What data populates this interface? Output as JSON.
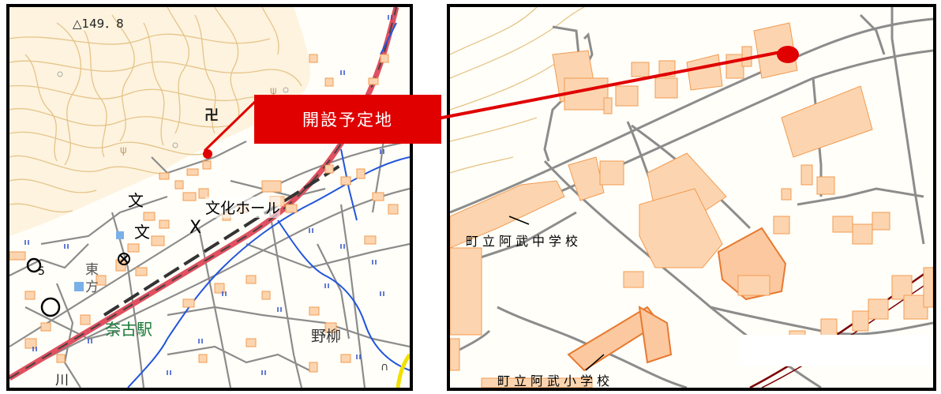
{
  "left_map": {
    "elevation_label": "△149．8",
    "culture_hall": "文化ホール",
    "east_label": "東方",
    "station": "奈古駅",
    "noyanagi": "野柳",
    "river_label": "川",
    "point5": "5"
  },
  "right_map": {
    "junior_high": "町立阿武中学校",
    "elementary": "町立阿武小学校"
  },
  "callout": {
    "label": "開設予定地"
  },
  "colors": {
    "callout": "#e00000",
    "building_fill": "#fcd5b0",
    "building_stroke": "#f39a50",
    "road": "#8c8c8c",
    "contour": "#e6c488",
    "water": "#2255dd",
    "rail": "#e05060",
    "station_text": "#1a7a3a"
  }
}
